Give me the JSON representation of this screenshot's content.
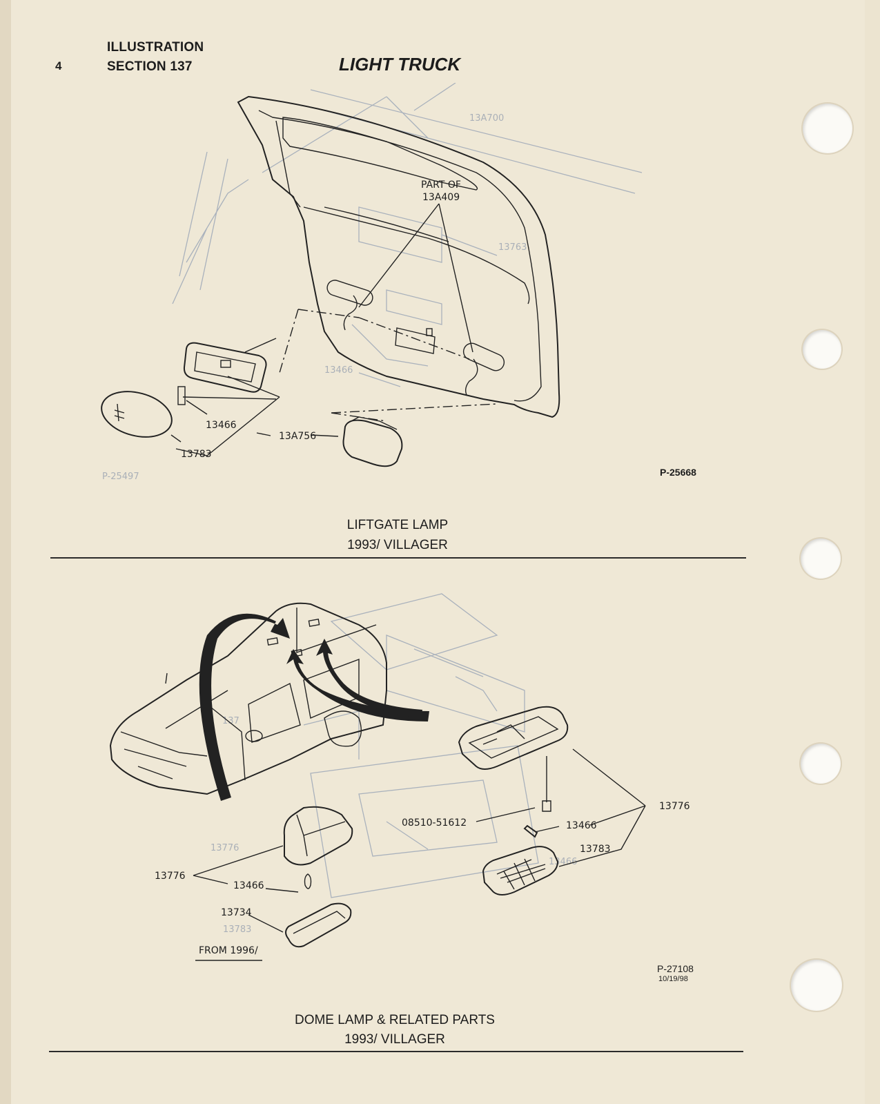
{
  "header": {
    "page_number": "4",
    "line1": "ILLUSTRATION",
    "line2": "SECTION 137",
    "title": "LIGHT TRUCK"
  },
  "figure1": {
    "callouts": {
      "part_of_1": "PART OF",
      "part_of_2": "13A409",
      "c13466": "13466",
      "c13783": "13783",
      "c13A756": "13A756"
    },
    "ref": "P-25668",
    "caption_line1": "LIFTGATE LAMP",
    "caption_line2": "1993/ VILLAGER"
  },
  "figure2": {
    "callouts": {
      "c13776_right": "13776",
      "c13466_right": "13466",
      "c13783_right": "13783",
      "c08510": "08510-51612",
      "c13776_left": "13776",
      "c13466_left": "13466",
      "c13734": "13734",
      "from_1996": "FROM 1996/"
    },
    "ref": "P-27108",
    "ref_date": "10/19/98",
    "caption_line1": "DOME LAMP & RELATED PARTS",
    "caption_line2": "1993/ VILLAGER"
  },
  "colors": {
    "paper": "#efe8d6",
    "ink": "#1c1c1c",
    "bleed_through": "#a9b1bc"
  }
}
